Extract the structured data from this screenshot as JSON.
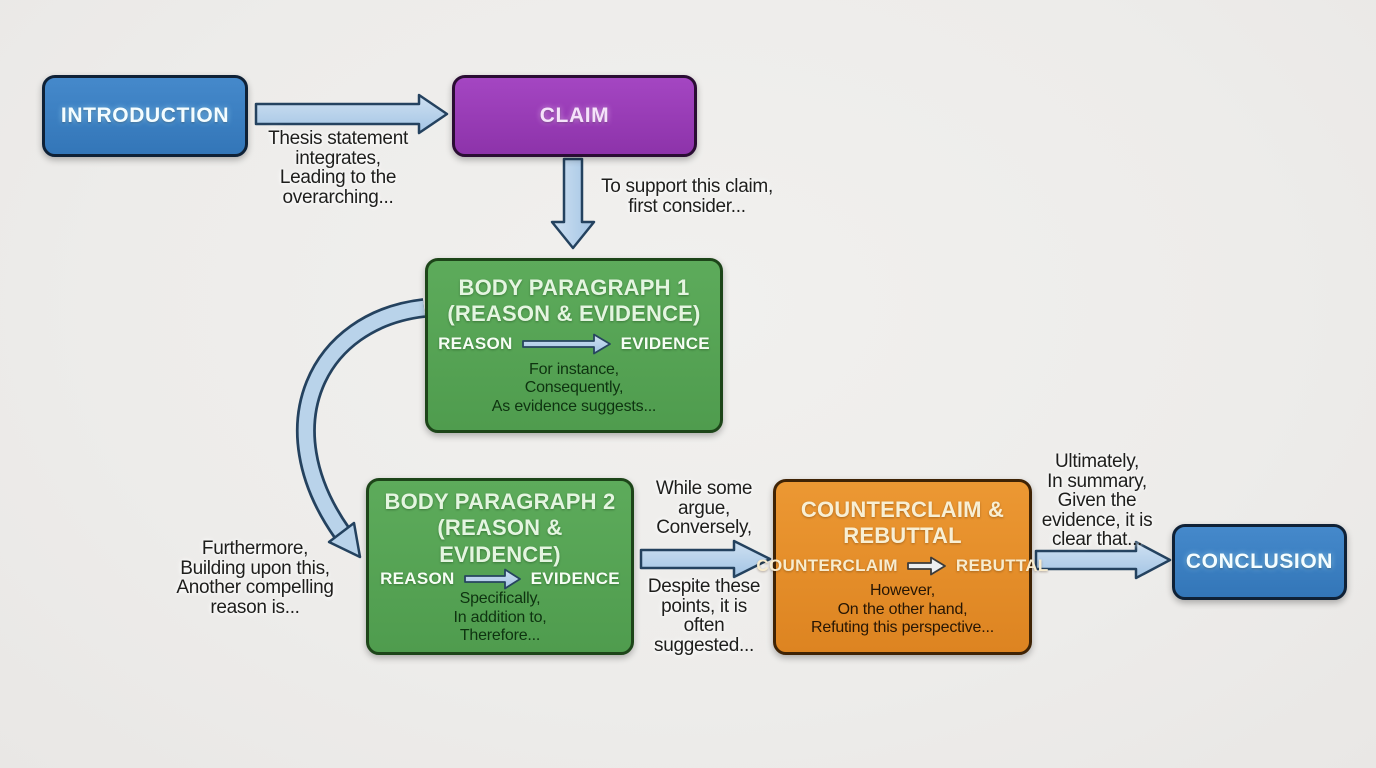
{
  "colors": {
    "background": "#eeedeb",
    "blue_box": "#3b80c4",
    "purple_box": "#9a3ab6",
    "green_box": "#57a355",
    "orange_box": "#e4892c",
    "arrow_fill": "#b9d3ea",
    "arrow_outline": "#24425f",
    "label_text": "#1e1e1c"
  },
  "nodes": {
    "introduction": {
      "label": "INTRODUCTION"
    },
    "claim": {
      "label": "CLAIM"
    },
    "body_paragraph_1": {
      "title": "BODY PARAGRAPH 1\n(REASON & EVIDENCE)",
      "from_label": "REASON",
      "to_label": "EVIDENCE",
      "transitions": "For instance,\nConsequently,\nAs evidence suggests..."
    },
    "body_paragraph_2": {
      "title": "BODY PARAGRAPH 2\n(REASON & EVIDENCE)",
      "from_label": "REASON",
      "to_label": "EVIDENCE",
      "transitions": "Specifically,\nIn addition to,\nTherefore..."
    },
    "counterclaim_rebuttal": {
      "title": "COUNTERCLAIM &\nREBUTTAL",
      "from_label": "COUNTERCLAIM",
      "to_label": "REBUTTAL",
      "transitions": "However,\nOn the other hand,\nRefuting this perspective..."
    },
    "conclusion": {
      "label": "CONCLUSION"
    }
  },
  "connector_labels": {
    "intro_to_claim": "Thesis statement\nintegrates,\nLeading to the\noverarching...",
    "claim_to_body1": "To support this claim,\nfirst consider...",
    "body1_to_body2": "Furthermore,\nBuilding upon this,\nAnother compelling\nreason is...",
    "body2_to_counterclaim_above": "While some\nargue,\nConversely,",
    "body2_to_counterclaim_below": "Despite these\npoints, it is\noften\nsuggested...",
    "counterclaim_to_conclusion": "Ultimately,\nIn summary,\nGiven the\nevidence, it is\nclear that..."
  }
}
